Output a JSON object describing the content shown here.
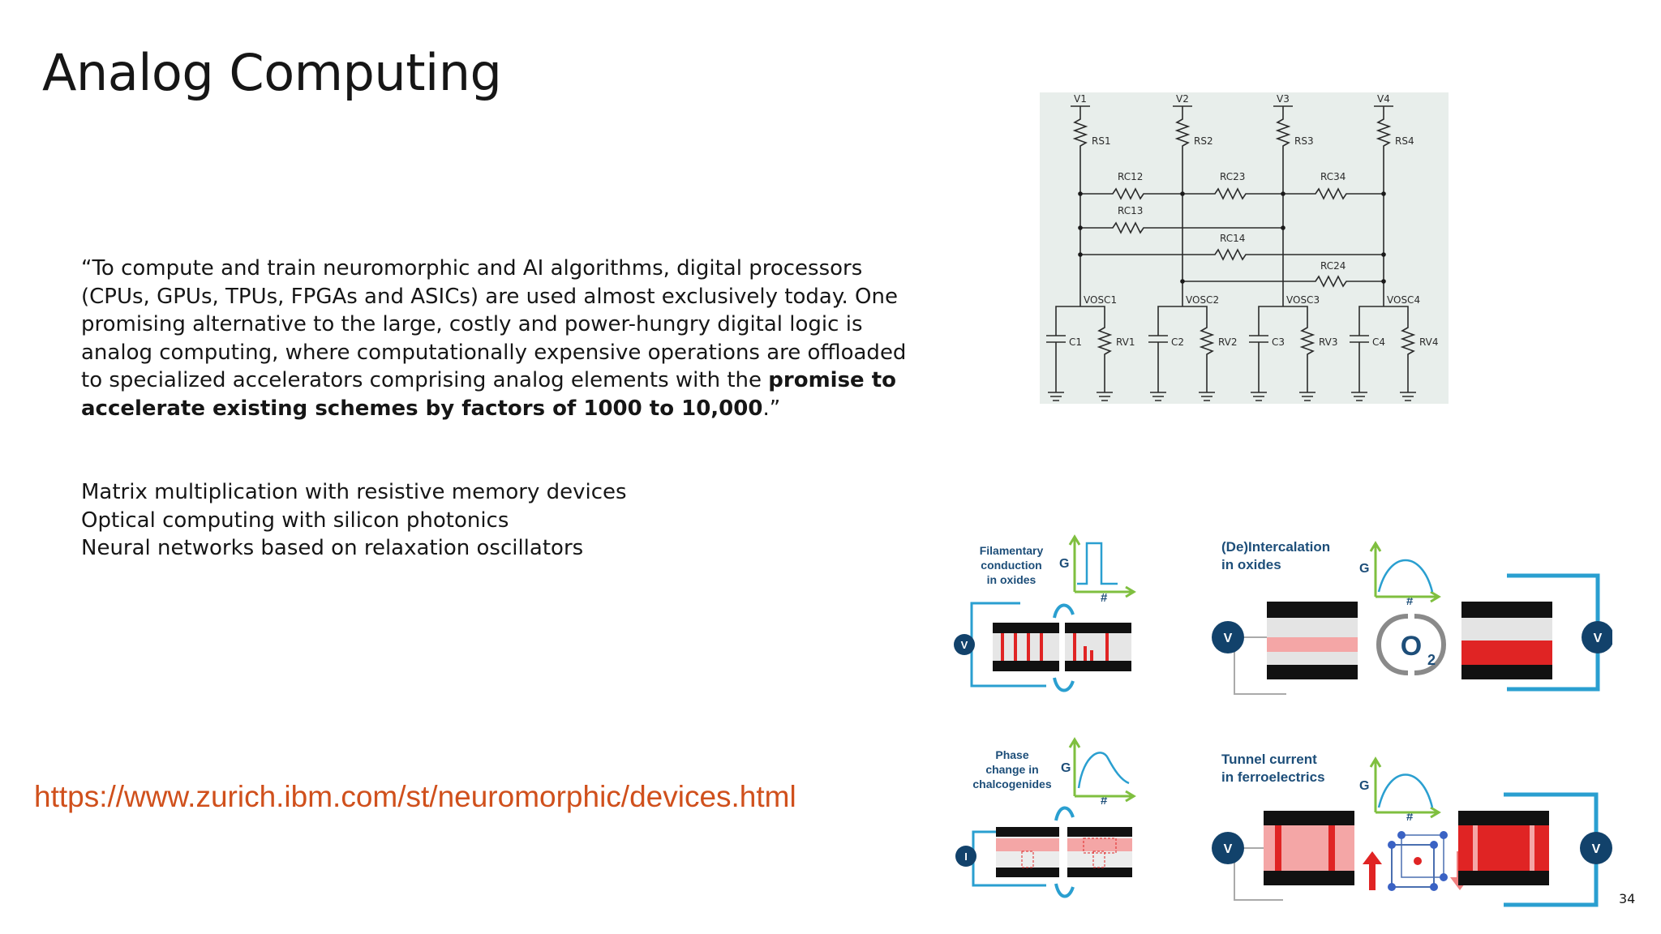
{
  "slide": {
    "title": "Analog Computing",
    "page_number": "34"
  },
  "quote": {
    "part1": "“To compute and train neuromorphic and AI algorithms, digital processors (CPUs, GPUs, TPUs, FPGAs and ASICs) are used almost exclusively today. One promising alternative to the large, costly and power-hungry digital logic is analog computing, where computationally expensive operations are offloaded to specialized accelerators comprising analog elements with the ",
    "bold": "promise to accelerate existing schemes by factors of 1000 to 10,000",
    "part2": ".”"
  },
  "topics": [
    "Matrix multiplication with resistive memory devices",
    "Optical computing with silicon photonics",
    "Neural networks based on relaxation oscillators"
  ],
  "link": {
    "text": "https://www.zurich.ibm.com/st/neuromorphic/devices.html",
    "color": "#d0501c"
  },
  "circuit": {
    "background": "#e8eeeb",
    "voltages": [
      "V1",
      "V2",
      "V3",
      "V4"
    ],
    "series_resistors": [
      "RS1",
      "RS2",
      "RS3",
      "RS4"
    ],
    "coupling_resistors": [
      "RC12",
      "RC23",
      "RC34",
      "RC13",
      "RC14",
      "RC24"
    ],
    "osc_nodes": [
      "VOSC1",
      "VOSC2",
      "VOSC3",
      "VOSC4"
    ],
    "capacitors": [
      "C1",
      "C2",
      "C3",
      "C4"
    ],
    "variable_resistors": [
      "RV1",
      "RV2",
      "RV3",
      "RV4"
    ]
  },
  "devices": {
    "accent": "#2a9fd0",
    "node_color": "#12426b",
    "red": "#e02424",
    "panels": [
      {
        "label_lines": [
          "Filamentary",
          "conduction",
          "in oxides"
        ],
        "axis_g": "G",
        "axis_x": "#",
        "source": "V"
      },
      {
        "label_lines": [
          "(De)Intercalation",
          "in oxides"
        ],
        "axis_g": "G",
        "axis_x": "#",
        "source_left": "V",
        "source_right": "V",
        "center_label": "O",
        "center_sub": "2"
      },
      {
        "label_lines": [
          "Phase",
          "change in",
          "chalcogenides"
        ],
        "axis_g": "G",
        "axis_x": "#",
        "source": "I"
      },
      {
        "label_lines": [
          "Tunnel current",
          "in ferroelectrics"
        ],
        "axis_g": "G",
        "axis_x": "#",
        "source_left": "V",
        "source_right": "V"
      }
    ]
  }
}
